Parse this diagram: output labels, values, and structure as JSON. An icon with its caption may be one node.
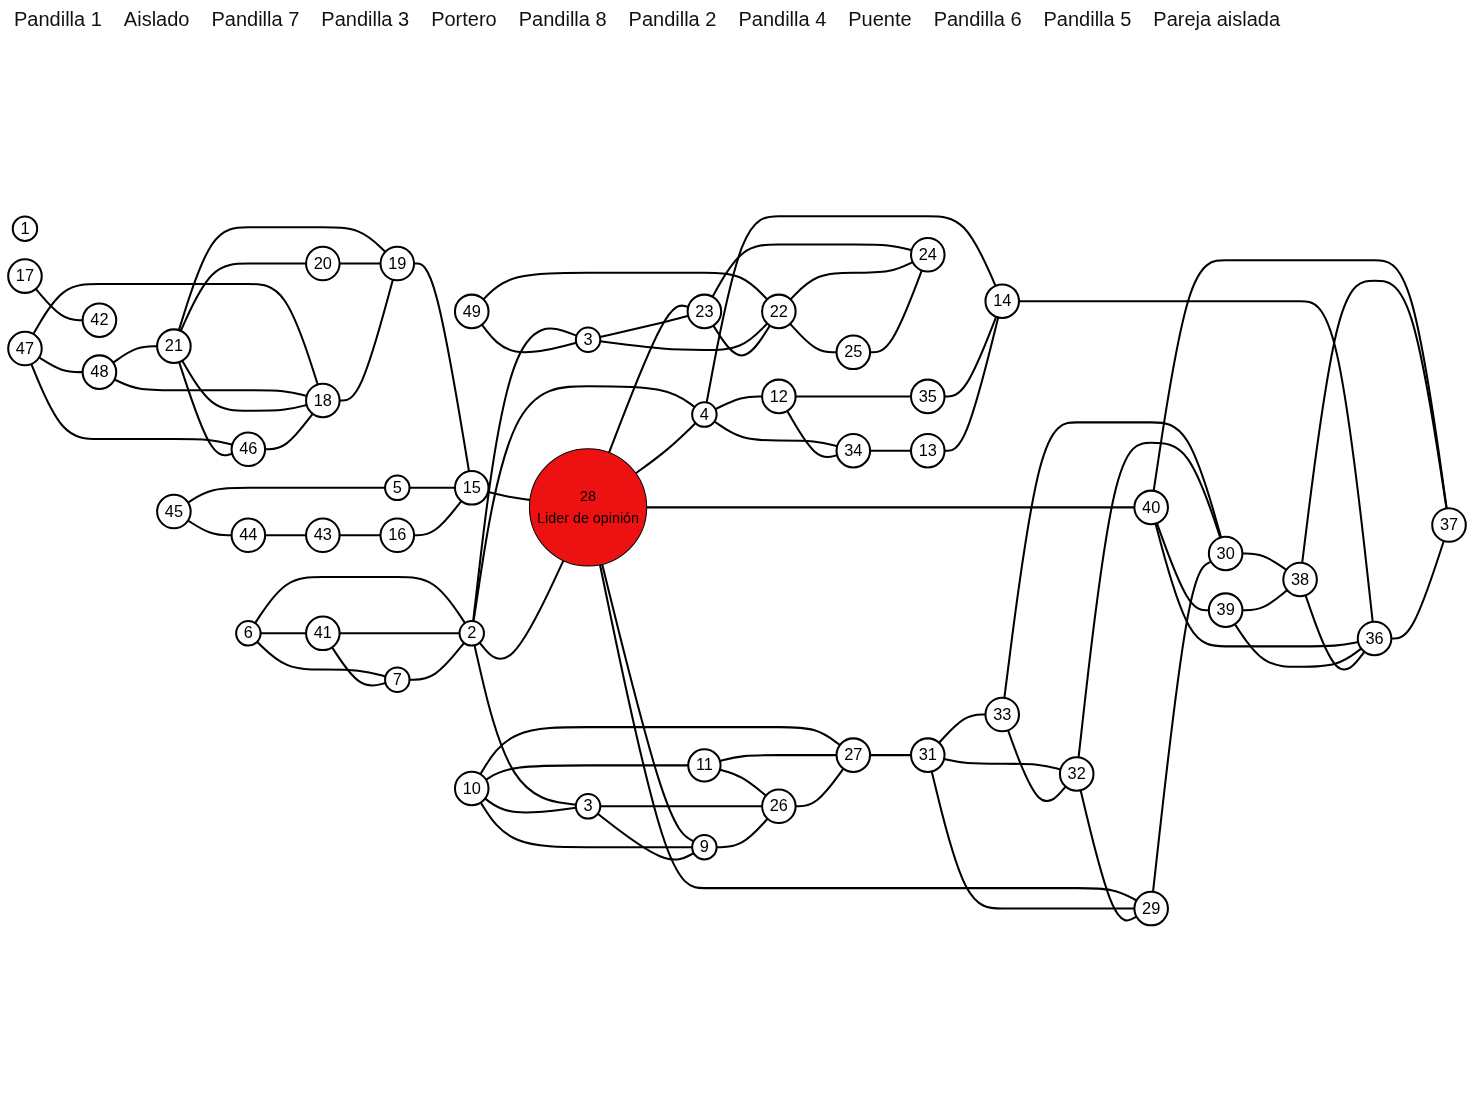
{
  "diagram": {
    "nodes": [
      {
        "text": [
          "1"
        ]
      },
      {
        "text": [
          "47"
        ]
      },
      {
        "text": [
          "48"
        ]
      },
      {
        "text": [
          "21"
        ]
      },
      {
        "text": [
          "20"
        ]
      },
      {
        "text": [
          "46"
        ]
      },
      {
        "text": [
          "18"
        ]
      },
      {
        "text": [
          "19"
        ]
      },
      {
        "text": [
          "45"
        ]
      },
      {
        "text": [
          "44"
        ]
      },
      {
        "text": [
          "5"
        ]
      },
      {
        "text": [
          "15"
        ]
      },
      {
        "text": [
          "43"
        ]
      },
      {
        "text": [
          "16"
        ]
      },
      {
        "text": [
          "6"
        ]
      },
      {
        "text": [
          "41"
        ]
      },
      {
        "text": [
          "7"
        ]
      },
      {
        "text": [
          "2"
        ]
      },
      {
        "text": [
          "28",
          "Lider de opinión"
        ]
      },
      {
        "text": [
          "10"
        ]
      },
      {
        "text": [
          "11"
        ]
      },
      {
        "text": [
          "3"
        ]
      },
      {
        "text": [
          "27"
        ]
      },
      {
        "text": [
          "9"
        ]
      },
      {
        "text": [
          "26"
        ]
      },
      {
        "text": [
          "31"
        ]
      },
      {
        "text": [
          "33"
        ]
      },
      {
        "text": [
          "32"
        ]
      },
      {
        "text": [
          "29"
        ]
      },
      {
        "text": [
          "30"
        ]
      },
      {
        "text": [
          "49"
        ]
      },
      {
        "text": [
          "3"
        ]
      },
      {
        "text": [
          "23"
        ]
      },
      {
        "text": [
          "22"
        ]
      },
      {
        "text": [
          "24"
        ]
      },
      {
        "text": [
          "25"
        ]
      },
      {
        "text": [
          "4"
        ]
      },
      {
        "text": [
          "12"
        ]
      },
      {
        "text": [
          "34"
        ]
      },
      {
        "text": [
          "35"
        ]
      },
      {
        "text": [
          "13"
        ]
      },
      {
        "text": [
          "14"
        ]
      },
      {
        "text": [
          "40"
        ]
      },
      {
        "text": [
          "39"
        ]
      },
      {
        "text": [
          "38"
        ]
      },
      {
        "text": [
          "36"
        ]
      },
      {
        "text": [
          "37"
        ]
      },
      {
        "text": [
          "17"
        ]
      },
      {
        "text": [
          "42"
        ]
      }
    ],
    "edges": [
      {
        "from": 1,
        "to": 2,
        "arrow": "none"
      },
      {
        "from": 2,
        "to": 3,
        "arrow": "none"
      },
      {
        "from": 1,
        "to": 5,
        "arrow": "none"
      },
      {
        "from": 1,
        "to": 6,
        "arrow": "none"
      },
      {
        "from": 2,
        "to": 6,
        "arrow": "none"
      },
      {
        "from": 3,
        "to": 5,
        "arrow": "none"
      },
      {
        "from": 3,
        "to": 6,
        "arrow": "none"
      },
      {
        "from": 3,
        "to": 7,
        "arrow": "none"
      },
      {
        "from": 3,
        "to": 4,
        "arrow": "none"
      },
      {
        "from": 4,
        "to": 7,
        "arrow": "none"
      },
      {
        "from": 5,
        "to": 6,
        "arrow": "none"
      },
      {
        "from": 6,
        "to": 7,
        "arrow": "none"
      },
      {
        "from": 7,
        "to": 11,
        "arrow": "none"
      },
      {
        "from": 8,
        "to": 9,
        "arrow": "none"
      },
      {
        "from": 8,
        "to": 10,
        "arrow": "none"
      },
      {
        "from": 9,
        "to": 12,
        "arrow": "none"
      },
      {
        "from": 10,
        "to": 11,
        "arrow": "none"
      },
      {
        "from": 12,
        "to": 13,
        "arrow": "none"
      },
      {
        "from": 13,
        "to": 11,
        "arrow": "none"
      },
      {
        "from": 11,
        "to": 18,
        "arrow": "none"
      },
      {
        "from": 14,
        "to": 15,
        "arrow": "none"
      },
      {
        "from": 14,
        "to": 16,
        "arrow": "none"
      },
      {
        "from": 14,
        "to": 17,
        "arrow": "none"
      },
      {
        "from": 15,
        "to": 16,
        "arrow": "none"
      },
      {
        "from": 15,
        "to": 17,
        "arrow": "none"
      },
      {
        "from": 16,
        "to": 17,
        "arrow": "none"
      },
      {
        "from": 17,
        "to": 18,
        "arrow": "none"
      },
      {
        "from": 17,
        "to": 21,
        "arrow": "none"
      },
      {
        "from": 17,
        "to": 31,
        "arrow": "none"
      },
      {
        "from": 17,
        "to": 36,
        "arrow": "none"
      },
      {
        "from": 18,
        "to": 23,
        "arrow": "none"
      },
      {
        "from": 18,
        "to": 28,
        "arrow": "none"
      },
      {
        "from": 18,
        "to": 36,
        "arrow": "none"
      },
      {
        "from": 18,
        "to": 42,
        "arrow": "none"
      },
      {
        "from": 18,
        "to": 32,
        "arrow": "none"
      },
      {
        "from": 19,
        "to": 20,
        "arrow": "none"
      },
      {
        "from": 19,
        "to": 21,
        "arrow": "none"
      },
      {
        "from": 19,
        "to": 23,
        "arrow": "none"
      },
      {
        "from": 19,
        "to": 22,
        "arrow": "none"
      },
      {
        "from": 20,
        "to": 22,
        "arrow": "none"
      },
      {
        "from": 20,
        "to": 24,
        "arrow": "none"
      },
      {
        "from": 21,
        "to": 23,
        "arrow": "none"
      },
      {
        "from": 21,
        "to": 24,
        "arrow": "none"
      },
      {
        "from": 23,
        "to": 24,
        "arrow": "none"
      },
      {
        "from": 24,
        "to": 22,
        "arrow": "none"
      },
      {
        "from": 22,
        "to": 25,
        "arrow": "none"
      },
      {
        "from": 25,
        "to": 26,
        "arrow": "none"
      },
      {
        "from": 25,
        "to": 27,
        "arrow": "none"
      },
      {
        "from": 25,
        "to": 28,
        "arrow": "none"
      },
      {
        "from": 26,
        "to": 27,
        "arrow": "none"
      },
      {
        "from": 26,
        "to": 29,
        "arrow": "none"
      },
      {
        "from": 27,
        "to": 28,
        "arrow": "none"
      },
      {
        "from": 27,
        "to": 29,
        "arrow": "none"
      },
      {
        "from": 28,
        "to": 29,
        "arrow": "none"
      },
      {
        "from": 29,
        "to": 44,
        "arrow": "none"
      },
      {
        "from": 30,
        "to": 31,
        "arrow": "none"
      },
      {
        "from": 31,
        "to": 32,
        "arrow": "none"
      },
      {
        "from": 30,
        "to": 33,
        "arrow": "none"
      },
      {
        "from": 31,
        "to": 33,
        "arrow": "none"
      },
      {
        "from": 32,
        "to": 33,
        "arrow": "none"
      },
      {
        "from": 32,
        "to": 34,
        "arrow": "none"
      },
      {
        "from": 33,
        "to": 34,
        "arrow": "none"
      },
      {
        "from": 33,
        "to": 35,
        "arrow": "none"
      },
      {
        "from": 35,
        "to": 34,
        "arrow": "none"
      },
      {
        "from": 36,
        "to": 37,
        "arrow": "none"
      },
      {
        "from": 36,
        "to": 38,
        "arrow": "none"
      },
      {
        "from": 36,
        "to": 41,
        "arrow": "none"
      },
      {
        "from": 37,
        "to": 38,
        "arrow": "none"
      },
      {
        "from": 37,
        "to": 39,
        "arrow": "none"
      },
      {
        "from": 39,
        "to": 41,
        "arrow": "none"
      },
      {
        "from": 38,
        "to": 40,
        "arrow": "none"
      },
      {
        "from": 40,
        "to": 41,
        "arrow": "none"
      },
      {
        "from": 41,
        "to": 45,
        "arrow": "none"
      },
      {
        "from": 42,
        "to": 43,
        "arrow": "none"
      },
      {
        "from": 42,
        "to": 45,
        "arrow": "none"
      },
      {
        "from": 42,
        "to": 46,
        "arrow": "none"
      },
      {
        "from": 43,
        "to": 44,
        "arrow": "none"
      },
      {
        "from": 43,
        "to": 45,
        "arrow": "none"
      },
      {
        "from": 44,
        "to": 45,
        "arrow": "none"
      },
      {
        "from": 44,
        "to": 46,
        "arrow": "none"
      },
      {
        "from": 45,
        "to": 46,
        "arrow": "none"
      },
      {
        "from": 47,
        "to": 48,
        "arrow": "none"
      }
    ],
    "labels": [
      "Pandilla 1",
      "Aislado",
      "Pandilla 7",
      "Pandilla 3",
      "Portero",
      "Pandilla 8",
      "Pandilla 2",
      "Pandilla 4",
      "Puente",
      "Pandilla 6",
      "Pandilla 5",
      "Pareja aislada"
    ]
  }
}
